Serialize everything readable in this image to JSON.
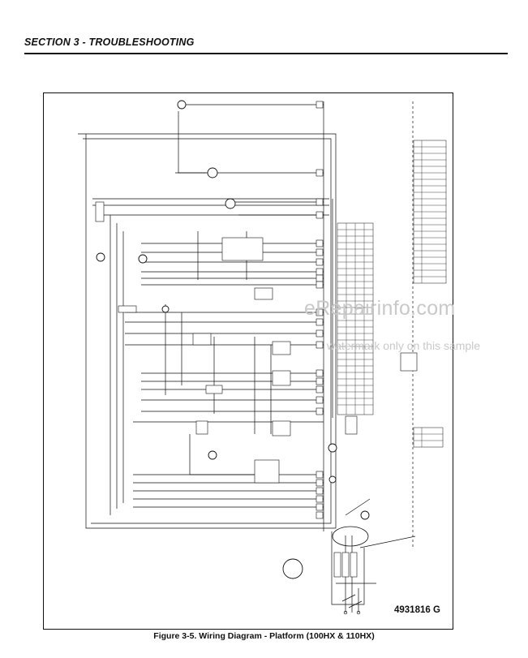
{
  "header": {
    "section_title": "SECTION 3 - TROUBLESHOOTING"
  },
  "diagram": {
    "part_number": "4931816 G",
    "icons": [
      "connector-block-icon",
      "wire-icon",
      "switch-icon",
      "circle-terminal-icon"
    ],
    "colors": {
      "ink": "#111111",
      "watermark": "#c9c9c9",
      "background": "#ffffff"
    }
  },
  "caption": {
    "text": "Figure 3-5.  Wiring Diagram - Platform (100HX & 110HX)"
  },
  "watermark": {
    "main": "eRepairinfo.com",
    "sub": "watermark only on this sample"
  }
}
